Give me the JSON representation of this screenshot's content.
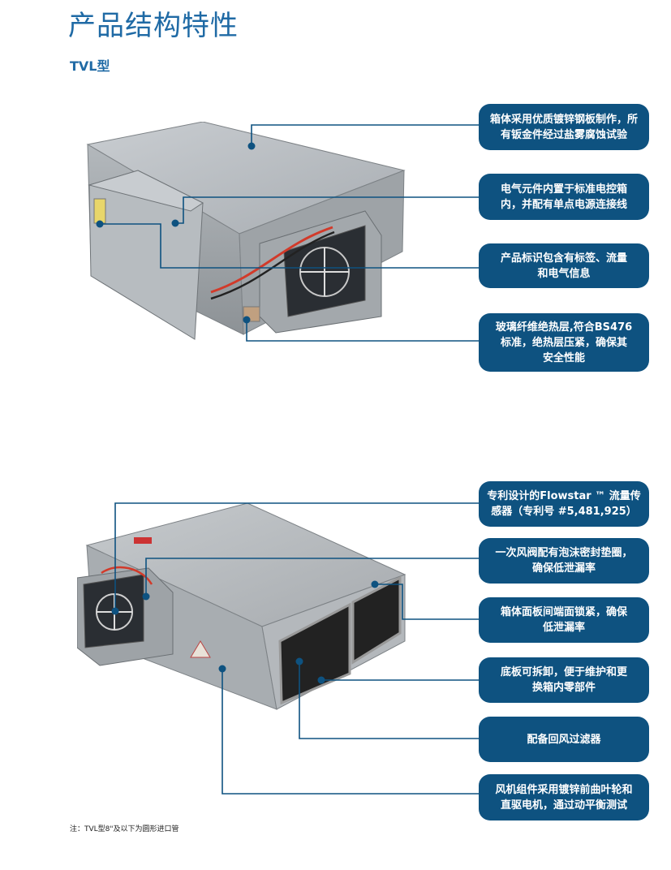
{
  "header": {
    "title": "产品结构特性",
    "model": "TVL型"
  },
  "section1": {
    "callouts": [
      "箱体采用优质镀锌钢板制作，所\n有钣金件经过盐雾腐蚀试验",
      "电气元件内置于标准电控箱\n内，并配有单点电源连接线",
      "产品标识包含有标签、流量\n和电气信息",
      "玻璃纤维绝热层,符合BS476\n标准，绝热层压紧，确保其\n安全性能"
    ]
  },
  "section2": {
    "callouts": [
      "专利设计的Flowstar ™ 流量传\n感器（专利号 #5,481,925）",
      "一次风阀配有泡沫密封垫圈，\n确保低泄漏率",
      "箱体面板间端面锁紧，确保\n低泄漏率",
      "底板可拆卸，便于维护和更\n换箱内零部件",
      "配备回风过滤器",
      "风机组件采用镀锌前曲叶轮和\n直驱电机，通过动平衡测试"
    ]
  },
  "footer": {
    "note": "注：TVL型8\"及以下为圆形进口管"
  },
  "colors": {
    "brand_blue": "#1f6aa5",
    "callout_bg": "#0e5280",
    "leader_line": "#0e5280"
  }
}
